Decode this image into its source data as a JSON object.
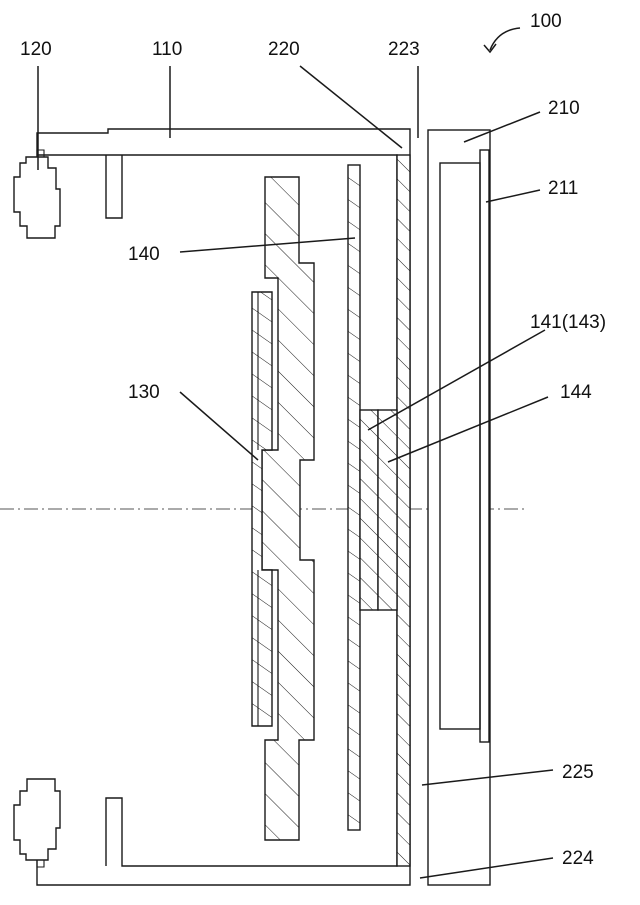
{
  "figure": {
    "labels": {
      "assembly": "100",
      "housing": "110",
      "mount_hook": "120",
      "component_130": "130",
      "component_140": "140",
      "part_141": "141(143)",
      "part_144": "144",
      "cover": "210",
      "window": "211",
      "inner_wall": "220",
      "gap_223": "223",
      "gap_224": "224",
      "gap_225": "225"
    }
  }
}
